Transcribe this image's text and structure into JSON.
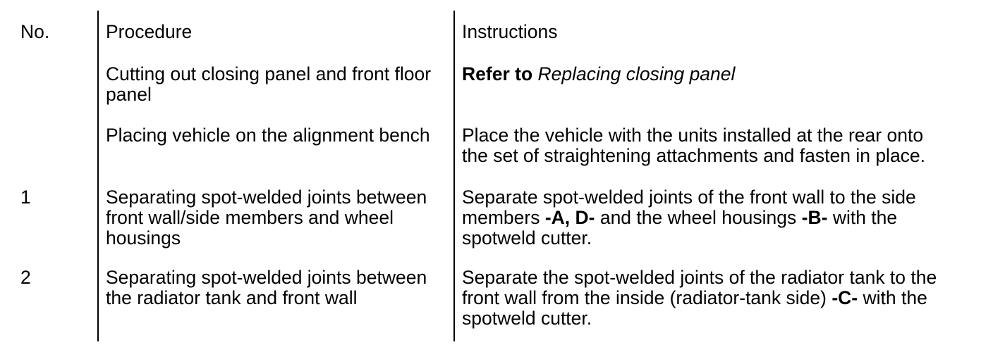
{
  "colors": {
    "line": "#000000",
    "text": "#000000",
    "background": "#ffffff"
  },
  "table": {
    "headers": [
      "No.",
      "Procedure",
      "Instructions"
    ],
    "rows": [
      {
        "no": "",
        "procedure": "Cutting out closing panel and front floor panel",
        "instructions": [
          {
            "text": "Refer to ",
            "bold": true
          },
          {
            "text": "Replacing closing panel",
            "italic": true
          }
        ]
      },
      {
        "no": "",
        "procedure": "Placing vehicle on the alignment bench",
        "instructions": [
          {
            "text": "Place the vehicle with the units installed at the rear onto the set of straightening attachments and fasten in place."
          }
        ]
      },
      {
        "no": "1",
        "procedure": "Separating spot-welded joints between front wall/side members and wheel housings",
        "instructions": [
          {
            "text": "Separate spot-welded joints of the front wall to the side members "
          },
          {
            "text": "-A, D-",
            "bold": true
          },
          {
            "text": " and the wheel housings "
          },
          {
            "text": "-B-",
            "bold": true
          },
          {
            "text": " with the spotweld cutter."
          }
        ]
      },
      {
        "no": "2",
        "procedure": "Separating spot-welded joints between the radiator tank and front wall",
        "instructions": [
          {
            "text": "Separate the spot-welded joints of the radiator tank to the front wall from the inside (radiator-tank side) "
          },
          {
            "text": "-C-",
            "bold": true
          },
          {
            "text": " with the spotweld cutter."
          }
        ]
      }
    ]
  }
}
